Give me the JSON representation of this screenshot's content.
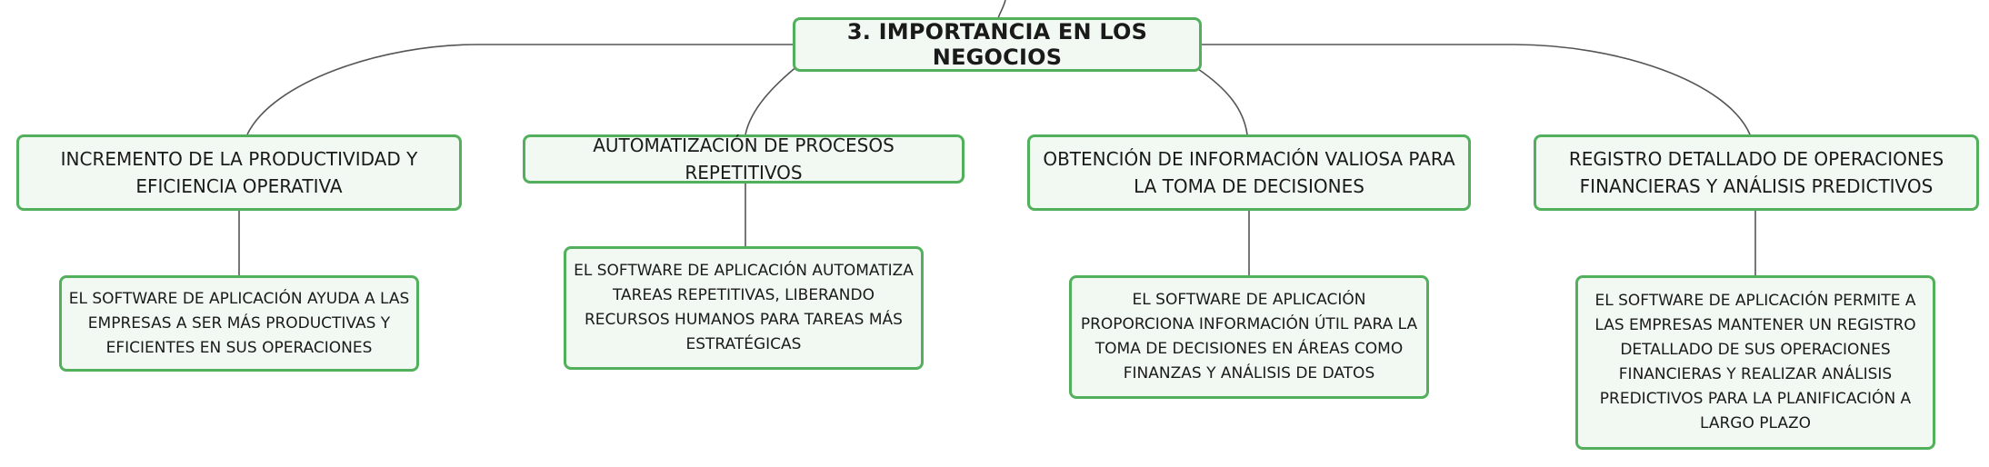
{
  "colors": {
    "node_border": "#52b05c",
    "node_fill": "#f2f9f2",
    "connector": "#555555",
    "text": "#1a1a1a"
  },
  "root": {
    "label": "3. IMPORTANCIA EN LOS NEGOCIOS"
  },
  "branches": [
    {
      "label": "INCREMENTO DE LA PRODUCTIVIDAD Y EFICIENCIA OPERATIVA",
      "detail": "EL SOFTWARE DE APLICACIÓN AYUDA A LAS EMPRESAS A SER MÁS PRODUCTIVAS Y EFICIENTES EN SUS OPERACIONES"
    },
    {
      "label": "AUTOMATIZACIÓN DE PROCESOS REPETITIVOS",
      "detail": "EL SOFTWARE DE APLICACIÓN AUTOMATIZA TAREAS REPETITIVAS, LIBERANDO RECURSOS HUMANOS PARA TAREAS MÁS ESTRATÉGICAS"
    },
    {
      "label": "OBTENCIÓN DE INFORMACIÓN VALIOSA PARA LA TOMA DE DECISIONES",
      "detail": "EL SOFTWARE DE APLICACIÓN PROPORCIONA INFORMACIÓN ÚTIL PARA LA TOMA DE DECISIONES EN ÁREAS COMO FINANZAS Y ANÁLISIS DE DATOS"
    },
    {
      "label": "REGISTRO DETALLADO DE OPERACIONES FINANCIERAS Y ANÁLISIS PREDICTIVOS",
      "detail": "EL SOFTWARE DE APLICACIÓN PERMITE A LAS EMPRESAS MANTENER UN REGISTRO DETALLADO DE SUS OPERACIONES FINANCIERAS Y REALIZAR ANÁLISIS PREDICTIVOS PARA LA PLANIFICACIÓN A LARGO PLAZO"
    }
  ]
}
